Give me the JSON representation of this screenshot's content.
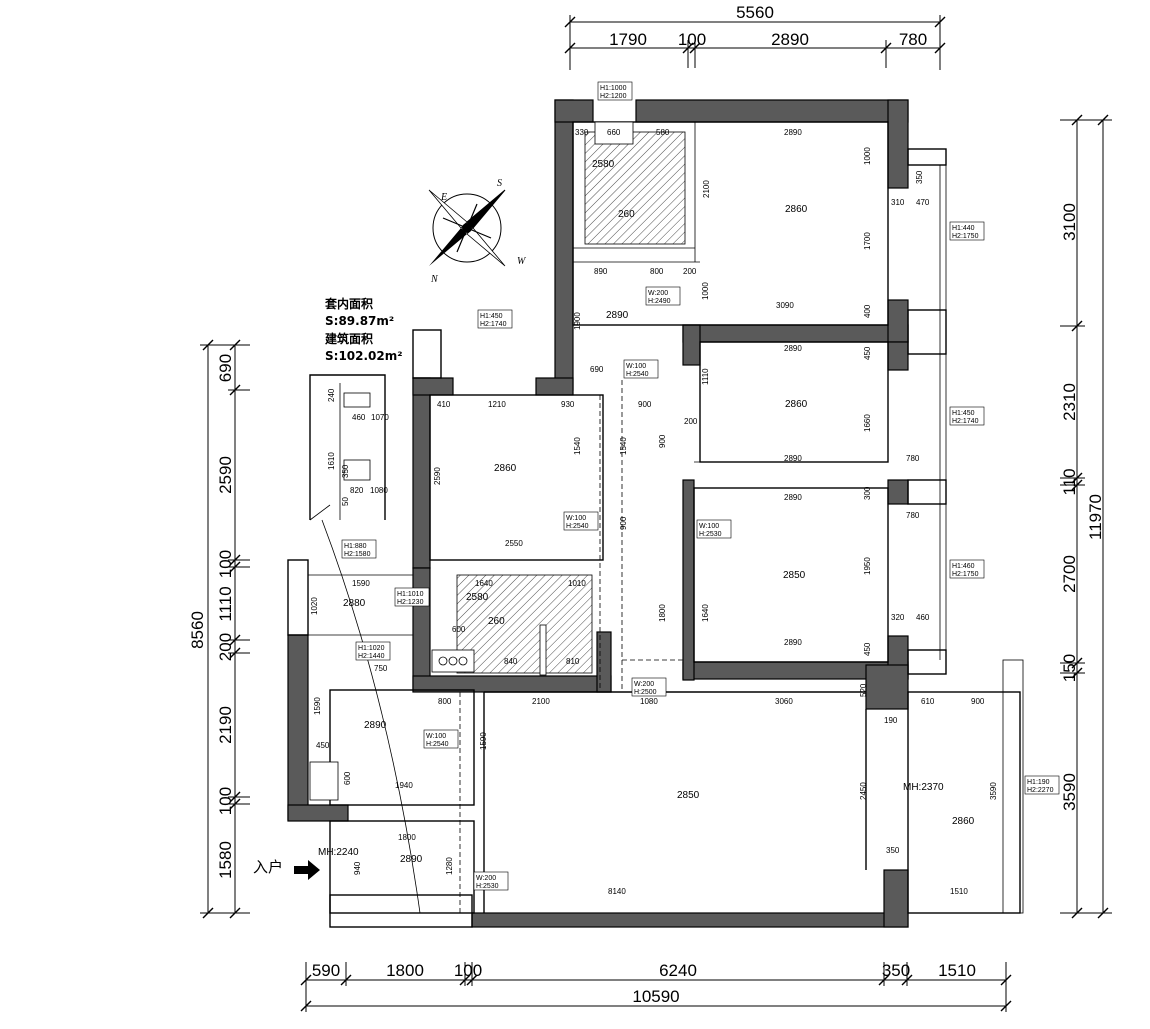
{
  "top_dims": {
    "total": "5560",
    "seg1": "1790",
    "seg2": "100",
    "seg3": "2890",
    "seg4": "780"
  },
  "bottom_dims": {
    "total": "10590",
    "seg1": "590",
    "seg2": "1800",
    "seg3": "100",
    "seg4": "6240",
    "seg5": "350",
    "seg6": "1510"
  },
  "left_dims": {
    "total": "8560",
    "seg1": "690",
    "seg2": "2590",
    "seg3": "100",
    "seg4": "1110",
    "seg5": "200",
    "seg6": "2190",
    "seg7": "100",
    "seg8": "1580"
  },
  "right_dims": {
    "total": "11970",
    "seg1": "3100",
    "seg2": "2310",
    "seg3": "110",
    "seg4": "2700",
    "seg5": "150",
    "seg6": "3590"
  },
  "area_info": {
    "inner_label": "套内面积",
    "inner_value": "S:89.87m²",
    "building_label": "建筑面积",
    "building_value": "S:102.02m²"
  },
  "entrance_label": "入户",
  "compass": {
    "n": "N",
    "s": "S",
    "e": "E",
    "w": "W"
  },
  "rooms": {
    "bath_top_h": "2580",
    "bath_top_h2": "260",
    "bed_ne_h": "2860",
    "corridor_h": "2890",
    "bed_mid_h": "2860",
    "bed_w_h": "2860",
    "bed_e_h": "2850",
    "hall_h": "2880",
    "bath_mid_h": "2580",
    "bath_mid_h2": "260",
    "dining_h": "2890",
    "living_h": "2850",
    "balcony_h": "2860",
    "entry_h": "2890",
    "mh_entry": "MH:2240",
    "mh_balcony": "MH:2370"
  },
  "interior_dims": {
    "d330": "330",
    "d660": "660",
    "d580": "580",
    "d2890a": "2890",
    "d1000a": "1000",
    "d2100a": "2100",
    "d890": "890",
    "d800a": "800",
    "d200a": "200",
    "d1700": "1700",
    "d3090": "3090",
    "d400": "400",
    "d1000b": "1000",
    "d1900": "1900",
    "d310a": "310",
    "d470a": "470",
    "d350a": "350",
    "d2890b": "2890",
    "d450a": "450",
    "d1110": "1110",
    "d1660": "1660",
    "d200b": "200",
    "d2890c": "2890",
    "d780a": "780",
    "d2890d": "2890",
    "d300a": "300",
    "d780b": "780",
    "d1950": "1950",
    "d1640": "1640",
    "d2890e": "2890",
    "d450b": "450",
    "d320": "320",
    "d460": "460",
    "d410": "410",
    "d1210": "1210",
    "d930": "930",
    "d1540a": "1540",
    "d1540b": "1540",
    "d2590": "2590",
    "d900a": "900",
    "d900b": "900",
    "d2550": "2550",
    "d1590a": "1590",
    "d1640b": "1640",
    "d1010": "1010",
    "d1020": "1020",
    "d800b": "800",
    "d750": "750",
    "d2100b": "2100",
    "d1080": "1080",
    "d3060": "3060",
    "d520": "520",
    "d190": "190",
    "d610": "610",
    "d900c": "900",
    "d1590b": "1590",
    "d1940": "1940",
    "d450c": "450",
    "d600a": "600",
    "d1800": "1800",
    "d2450": "2450",
    "d3590": "3590",
    "d8140": "8140",
    "d1510": "1510",
    "d940": "940",
    "d1280": "1280",
    "d350b": "350",
    "d840": "840",
    "d810": "810",
    "d600b": "600",
    "d690": "690",
    "d900d": "900",
    "d1800c": "1800"
  },
  "opening_tags": {
    "t1": [
      "H1:1000",
      "H2:1200"
    ],
    "t2": [
      "W:200",
      "H:2490"
    ],
    "t3": [
      "H1:450",
      "H2:1740"
    ],
    "t4": [
      "W:100",
      "H:2540"
    ],
    "t5": [
      "H1:440",
      "H2:1750"
    ],
    "t6": [
      "H1:450",
      "H2:1740"
    ],
    "t7": [
      "W:100",
      "H:2540"
    ],
    "t8": [
      "W:100",
      "H:2530"
    ],
    "t9": [
      "H1:460",
      "H2:1750"
    ],
    "t10": [
      "H1:880",
      "H2:1580"
    ],
    "t11": [
      "H1:1010",
      "H2:1230"
    ],
    "t12": [
      "H1:1020",
      "H2:1440"
    ],
    "t13": [
      "W:200",
      "H:2500"
    ],
    "t14": [
      "W:100",
      "H:2540"
    ],
    "t15": [
      "H1:190",
      "H2:2270"
    ],
    "t16": [
      "W:200",
      "H:2530"
    ]
  },
  "cabinet": {
    "d240": "240",
    "d460": "460",
    "d1070": "1070",
    "d1610": "1610",
    "d350": "350",
    "d820": "820",
    "d1080": "1080",
    "d50": "50"
  }
}
